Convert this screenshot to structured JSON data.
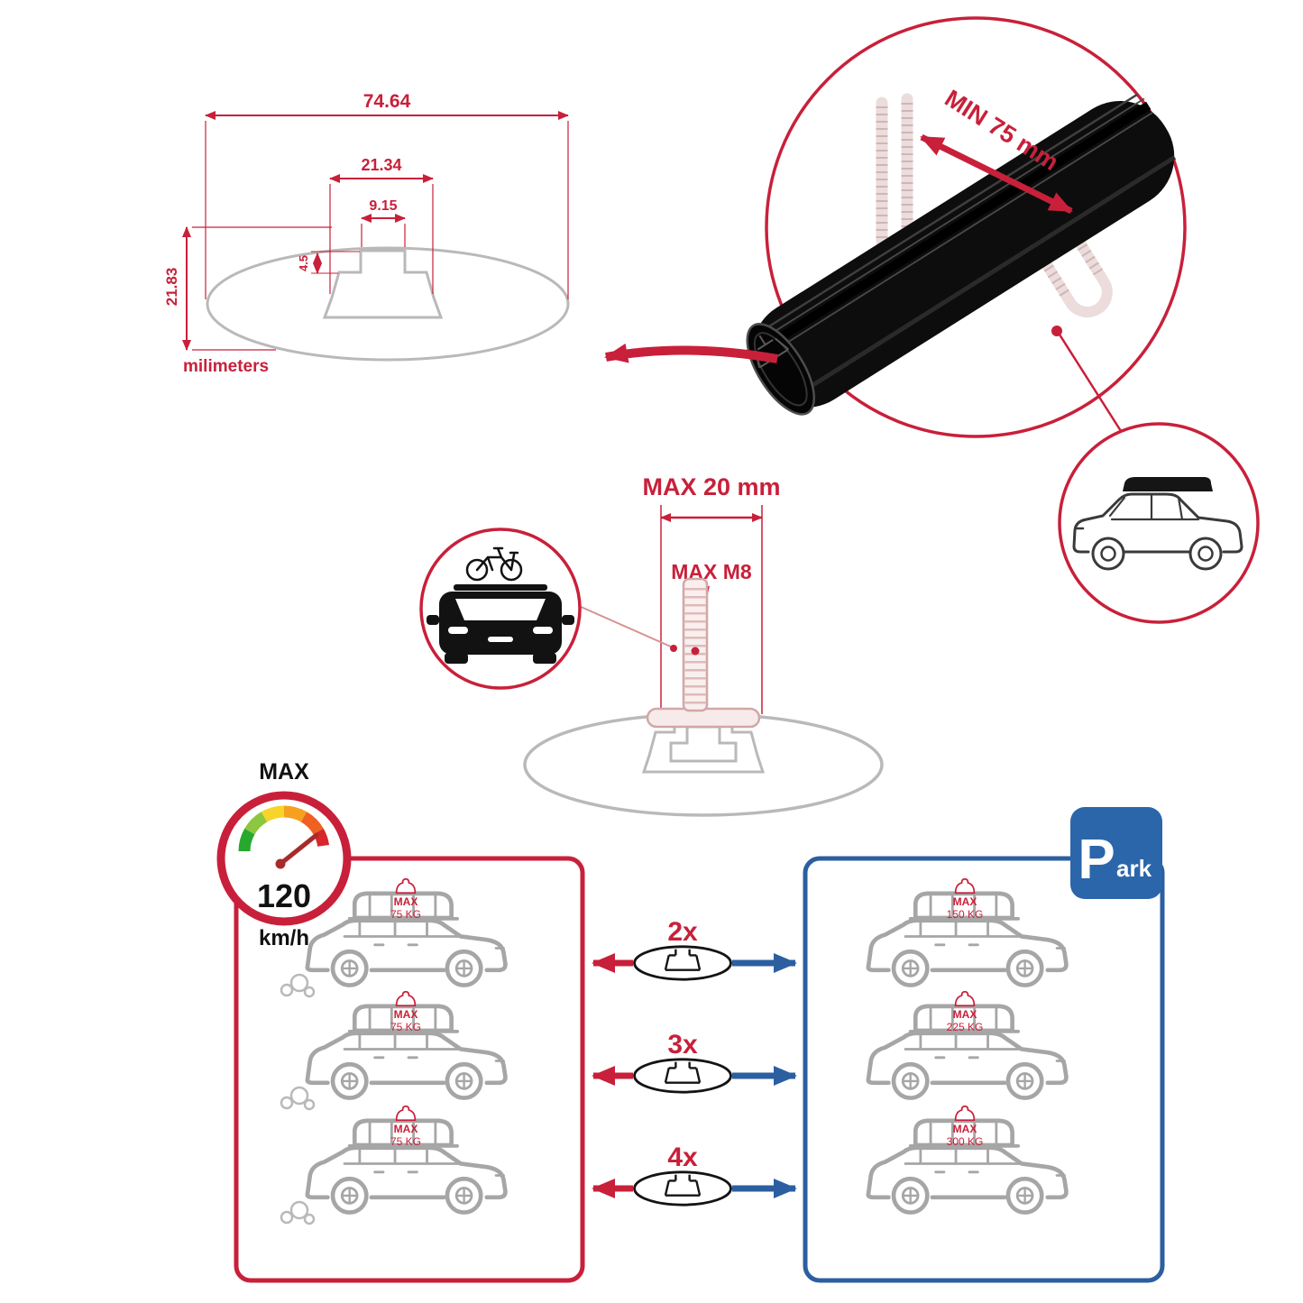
{
  "colors": {
    "red": "#c8203a",
    "blue": "#2b5fa0",
    "gray": "#b9b9b9",
    "black": "#111111"
  },
  "profile_dims": {
    "width": "74.64",
    "channel_width": "21.34",
    "slot_width": "9.15",
    "lip_height": "4.5",
    "height": "21.83",
    "units": "milimeters"
  },
  "clamp": {
    "min_width": "MIN 75 mm"
  },
  "bolt": {
    "max_length": "MAX 20 mm",
    "max_thread": "MAX M8"
  },
  "speed_gauge": {
    "label": "MAX",
    "value": "120",
    "unit": "km/h"
  },
  "park_sign": {
    "letter": "P",
    "rest": "ark"
  },
  "rows": [
    {
      "multiplier": "2x",
      "left": {
        "max": "MAX",
        "weight": "75 KG"
      },
      "right": {
        "max": "MAX",
        "weight": "150 KG"
      }
    },
    {
      "multiplier": "3x",
      "left": {
        "max": "MAX",
        "weight": "75 KG"
      },
      "right": {
        "max": "MAX",
        "weight": "225 KG"
      }
    },
    {
      "multiplier": "4x",
      "left": {
        "max": "MAX",
        "weight": "75 KG"
      },
      "right": {
        "max": "MAX",
        "weight": "300 KG"
      }
    }
  ]
}
